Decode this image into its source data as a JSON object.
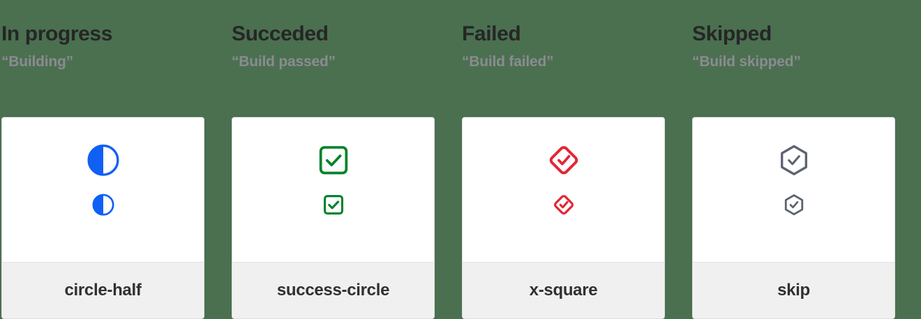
{
  "background_color": "#4a7050",
  "columns": [
    {
      "title": "In progress",
      "subtitle": "“Building”",
      "icon_name": "circle-half",
      "label": "circle-half",
      "color": "#1060f5"
    },
    {
      "title": "Succeded",
      "subtitle": "“Build passed”",
      "icon_name": "success-circle",
      "label": "success-circle",
      "color": "#00832a"
    },
    {
      "title": "Failed",
      "subtitle": "“Build failed”",
      "icon_name": "x-square",
      "label": "x-square",
      "color": "#e32636"
    },
    {
      "title": "Skipped",
      "subtitle": "“Build skipped”",
      "icon_name": "skip",
      "label": "skip",
      "color": "#5c6370"
    }
  ]
}
